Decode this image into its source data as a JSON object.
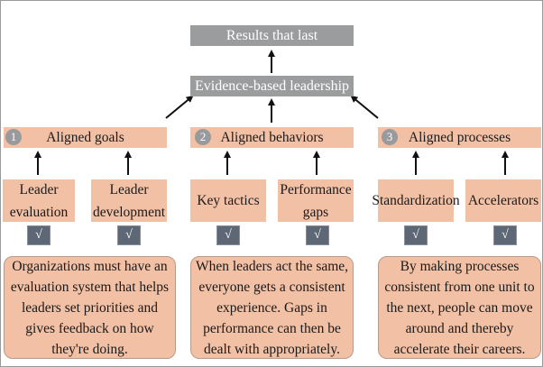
{
  "top": {
    "results": "Results that last",
    "evidence": "Evidence-based leadership"
  },
  "pillars": [
    {
      "number": "1",
      "title": "Aligned goals",
      "items": [
        "Leader evaluation",
        "Leader development"
      ],
      "check": "√",
      "description": "Organizations must have an evaluation system that helps leaders set priorities and gives feedback on how they're doing."
    },
    {
      "number": "2",
      "title": "Aligned behaviors",
      "items": [
        "Key tactics",
        "Performance gaps"
      ],
      "check": "√",
      "description": "When leaders act the same, everyone gets a consistent experience. Gaps in performance can then be dealt with appropriately."
    },
    {
      "number": "3",
      "title": "Aligned processes",
      "items": [
        "Standardization",
        "Accelerators"
      ],
      "check": "√",
      "description": "By making processes consistent from one unit to the next, people can move around and thereby accelerate their careers."
    }
  ],
  "colors": {
    "gray_box": "#9b9c9e",
    "peach": "#f2c0a5",
    "check_box": "#5d6775"
  }
}
